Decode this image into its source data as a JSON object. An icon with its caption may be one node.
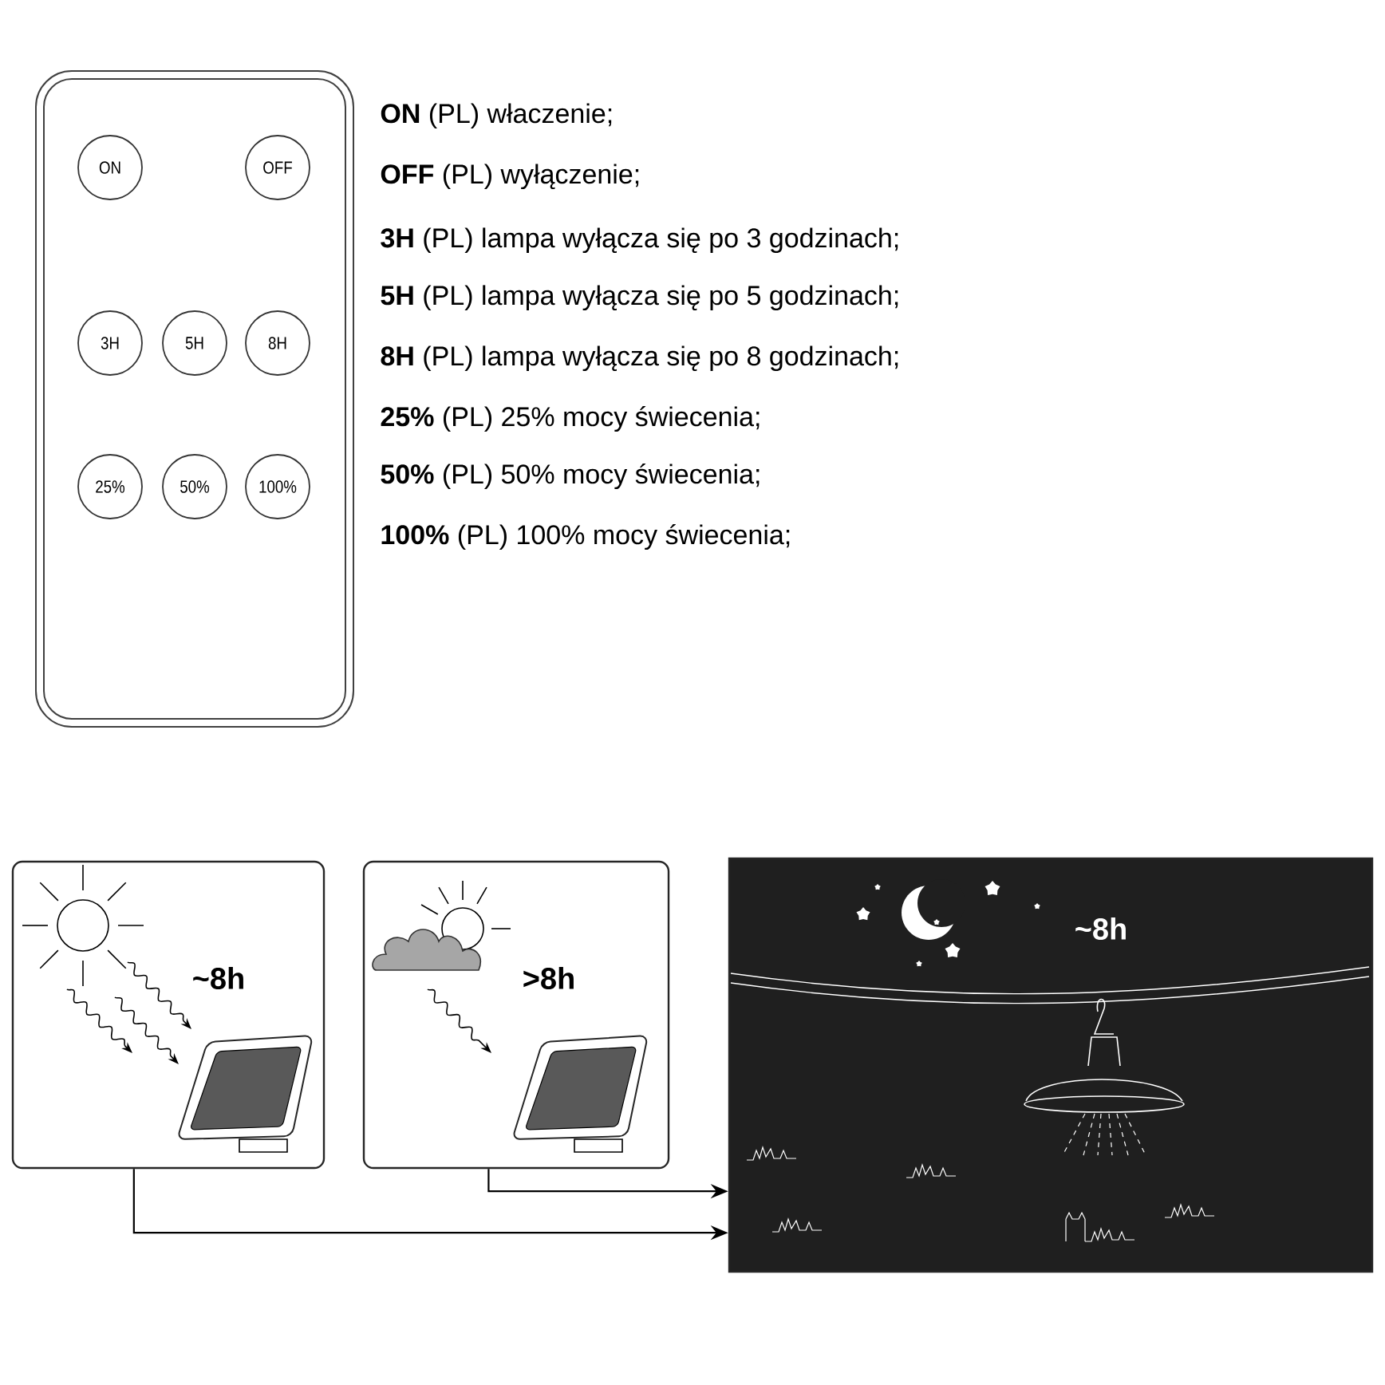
{
  "diagram": {
    "nodes": [
      {
        "text": [],
        "shape": "box"
      },
      {
        "text": [
          "ON"
        ],
        "in": 0
      },
      {
        "text": [
          "OFF"
        ],
        "in": 0
      },
      {
        "text": [
          "3H"
        ],
        "in": 0
      },
      {
        "text": [
          "5H"
        ],
        "in": 0
      },
      {
        "text": [
          "8H"
        ],
        "in": 0
      },
      {
        "text": [
          "25%"
        ],
        "in": 0
      },
      {
        "text": [
          "50%"
        ],
        "in": 0
      },
      {
        "text": [
          "100%"
        ],
        "in": 0
      },
      {
        "text": [
          "~8h"
        ]
      },
      {
        "text": [
          ">8h"
        ]
      },
      {
        "text": [
          "~8h"
        ]
      }
    ],
    "edges": [
      {
        "from": 9,
        "to": 11,
        "arrow": "to"
      },
      {
        "from": 10,
        "to": 11,
        "arrow": "to"
      }
    ],
    "labels": [
      "**ON**   (PL) właczenie;",
      "**OFF**   (PL) wyłączenie;",
      "**3H**  (PL) lampa wyłącza się po 3 godzinach;",
      "**5H**  (PL) lampa wyłącza się po 5 godzinach;",
      "**8H**  (PL) lampa wyłącza się po 8 godzinach;",
      "**25%**  (PL) 25% mocy świecenia;",
      "**50%**  (PL) 50% mocy świecenia;",
      "**100%**  (PL) 100% mocy świecenia;"
    ]
  }
}
